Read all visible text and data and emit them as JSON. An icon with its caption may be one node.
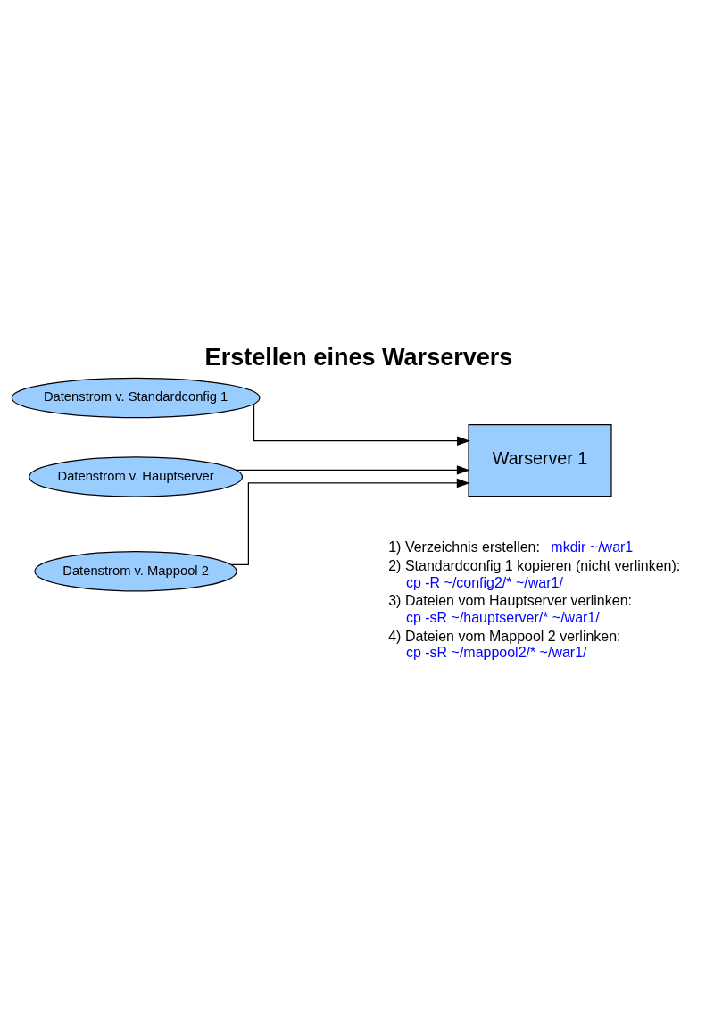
{
  "diagram": {
    "title": "Erstellen eines Warservers",
    "nodes": [
      {
        "text": [
          "Datenstrom v. Standardconfig 1"
        ]
      },
      {
        "text": [
          "Datenstrom v. Hauptserver"
        ]
      },
      {
        "text": [
          "Datenstrom v. Mappool 2"
        ]
      },
      {
        "text": [
          "Warserver 1"
        ]
      }
    ],
    "edges": [
      {
        "from": 0,
        "to": 3,
        "arrow": "to"
      },
      {
        "from": 1,
        "to": 3,
        "arrow": "to"
      },
      {
        "from": 2,
        "to": 3,
        "arrow": "to"
      }
    ],
    "labels": [
      "1) Verzeichnis erstellen:",
      "mkdir ~/war1",
      "2) Standardconfig 1 kopieren (nicht verlinken):",
      "cp -R ~/config2/* ~/war1/",
      "3) Dateien vom Hauptserver verlinken:",
      "cp -sR ~/hauptserver/* ~/war1/",
      "4) Dateien vom Mappool 2 verlinken:",
      "cp -sR ~/mappool2/* ~/war1/"
    ]
  }
}
